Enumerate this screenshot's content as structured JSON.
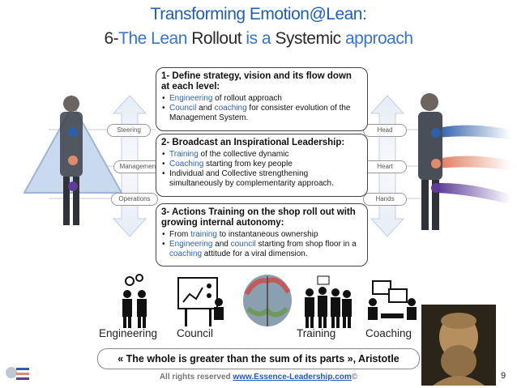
{
  "title": {
    "line1": "Transforming Emotion@Lean:",
    "line2_num": "6-",
    "line2_a": "The Lean ",
    "line2_b": "Rollout",
    "line2_c": " is a ",
    "line2_d": "Systemic",
    "line2_e": " approach"
  },
  "boxes": [
    {
      "head": "1- Define strategy, vision and its flow down at each level:",
      "bullets": [
        [
          {
            "t": "Engineering",
            "kw": true
          },
          {
            "t": " of rollout approach"
          }
        ],
        [
          {
            "t": "Council",
            "kw": true
          },
          {
            "t": " and "
          },
          {
            "t": "coaching",
            "kw": true
          },
          {
            "t": " for consister evolution of the Management System."
          }
        ]
      ]
    },
    {
      "head": "2- Broadcast an Inspirational Leadership:",
      "bullets": [
        [
          {
            "t": "Training",
            "kw": true
          },
          {
            "t": " of the collective dynamic"
          }
        ],
        [
          {
            "t": "Coaching",
            "kw": true
          },
          {
            "t": " starting from key people"
          }
        ],
        [
          {
            "t": "Individual and Collective strengthening simultaneously by complementarity approach."
          }
        ]
      ]
    },
    {
      "head": "3- Actions Training on the shop roll out with growing internal autonomy:",
      "bullets": [
        [
          {
            "t": "From "
          },
          {
            "t": "training",
            "kw": true
          },
          {
            "t": " to instantaneous ownership"
          }
        ],
        [
          {
            "t": "Engineering",
            "kw": true
          },
          {
            "t": " and "
          },
          {
            "t": "council",
            "kw": true
          },
          {
            "t": " starting from shop floor in a "
          },
          {
            "t": "coaching",
            "kw": true
          },
          {
            "t": " attitude for a viral dimension."
          }
        ]
      ]
    }
  ],
  "left_labels": [
    "Steering",
    "Management",
    "Operations"
  ],
  "right_labels": [
    "Head",
    "Heart",
    "Hands"
  ],
  "captions": [
    "Engineering",
    "Council",
    "Training",
    "Coaching"
  ],
  "quote": "« The whole is greater than the sum of its parts », Aristotle",
  "footer": {
    "prefix": "All rights reserved ",
    "link": "www.Essence-Leadership.com",
    "suffix": "©"
  },
  "page_number": "9",
  "colors": {
    "title_blue": "#1f5fb4",
    "keyword_blue": "#2f62b8",
    "dot_blue": "#2d5fa8",
    "dot_orange": "#e08a6a",
    "dot_purple": "#5c3d99"
  },
  "icons": [
    "engineers-icon",
    "council-presentation-icon",
    "brain-icon",
    "training-group-icon",
    "coaching-meeting-icon",
    "aristotle-bust-image",
    "company-logo-icon"
  ]
}
